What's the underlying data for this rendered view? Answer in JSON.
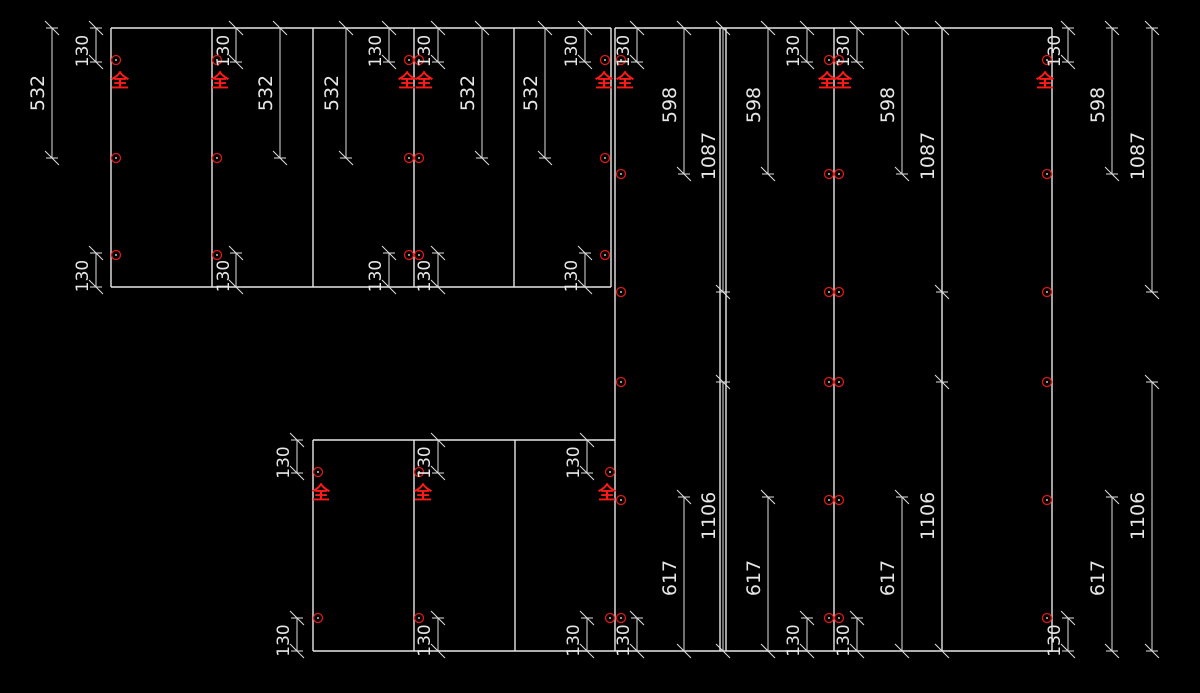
{
  "drawing": {
    "background": "#000000",
    "line_color": "#e8e8e8",
    "hole_color": "#e01818",
    "mark_color": "#ff1a1a",
    "mark_label": "全",
    "dimension_labels": {
      "edge_offset": "130",
      "upper_panel_height": "532",
      "right_upper_segment": "598",
      "right_lower_segment": "617",
      "right_upper_total": "1087",
      "right_lower_total": "1106"
    }
  }
}
